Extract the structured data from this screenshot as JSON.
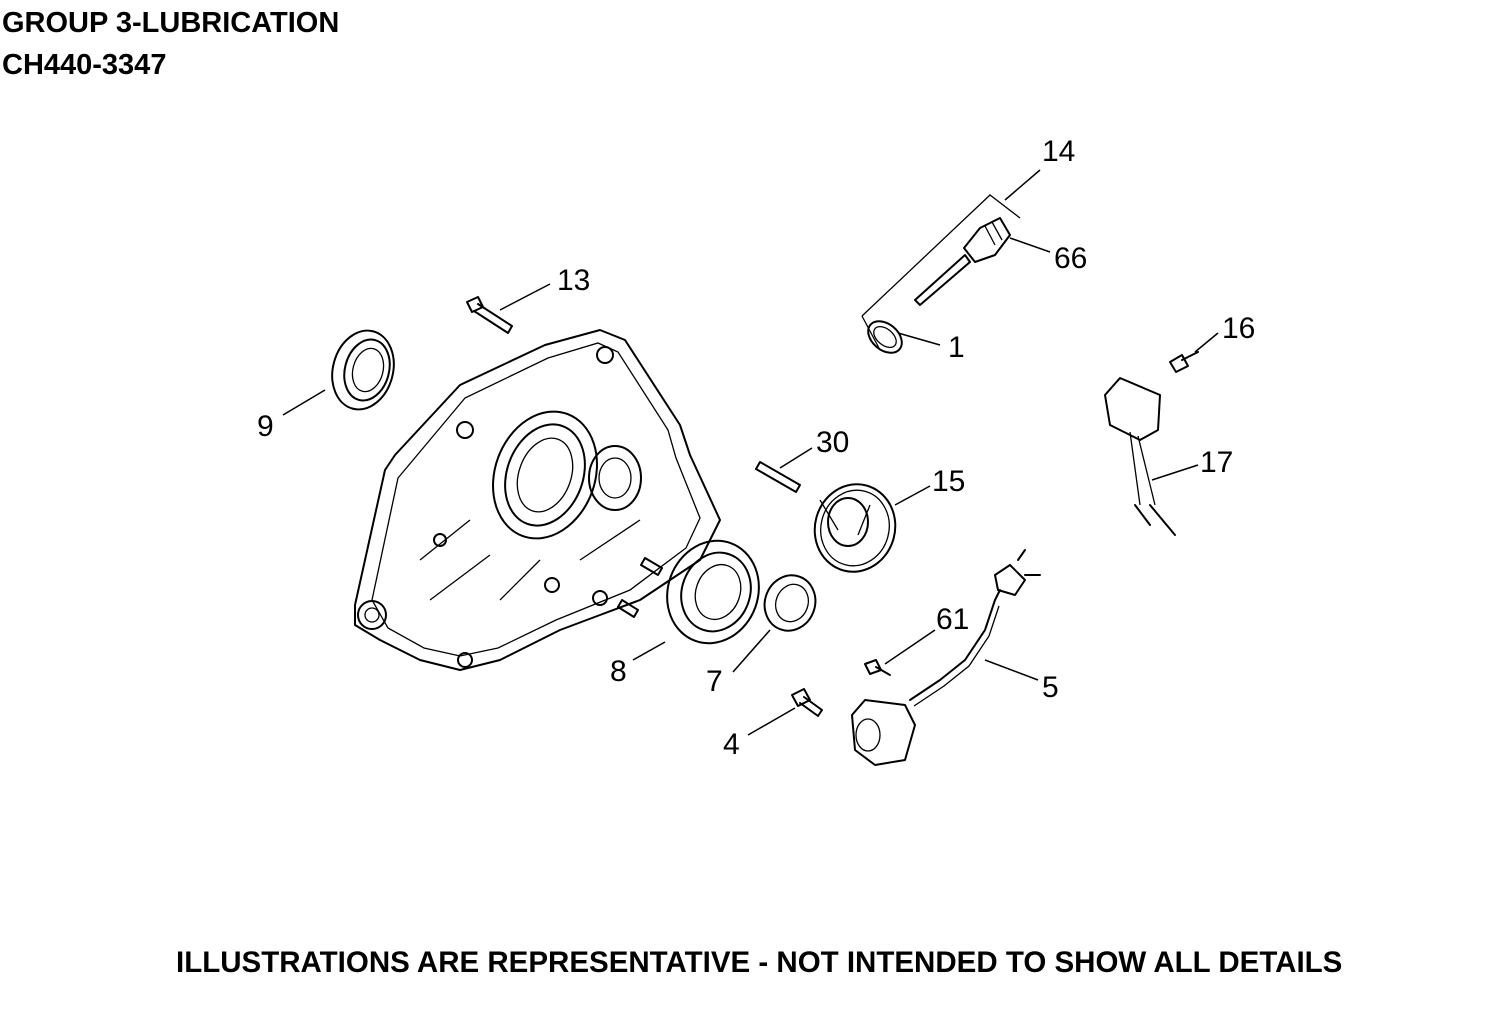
{
  "header": {
    "title": "GROUP 3-LUBRICATION",
    "model": "CH440-3347"
  },
  "footer": {
    "disclaimer": "ILLUSTRATIONS ARE REPRESENTATIVE - NOT INTENDED TO SHOW ALL DETAILS"
  },
  "callouts": {
    "c14": "14",
    "c66": "66",
    "c13": "13",
    "c1": "1",
    "c16": "16",
    "c9": "9",
    "c30": "30",
    "c15": "15",
    "c17": "17",
    "c61": "61",
    "c8": "8",
    "c7": "7",
    "c5": "5",
    "c4": "4"
  }
}
